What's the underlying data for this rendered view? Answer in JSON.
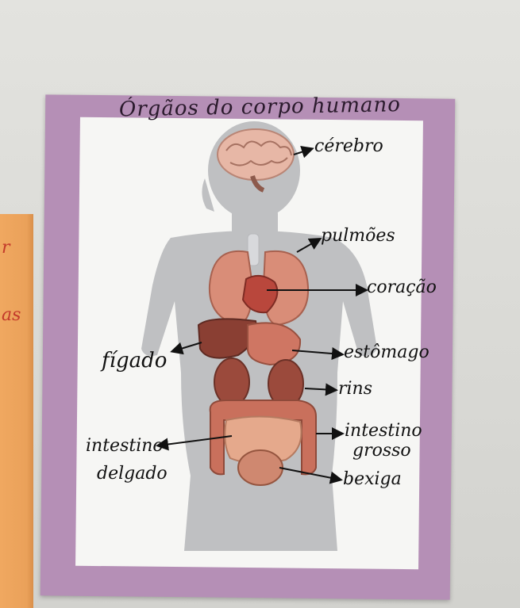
{
  "poster": {
    "title": "Órgãos do corpo humano",
    "labels": {
      "cerebro": "cérebro",
      "pulmoes": "pulmões",
      "coracao": "coração",
      "figado": "fígado",
      "estomago": "estômago",
      "rins": "rins",
      "intestino_grosso_1": "intestino",
      "intestino_grosso_2": "grosso",
      "intestino_delgado_1": "intestino",
      "intestino_delgado_2": "delgado",
      "bexiga": "bexiga"
    }
  },
  "side_paper": {
    "fragment_1": "r",
    "fragment_2": "as"
  },
  "colors": {
    "frame": "#b58fb6",
    "silhouette": "#bfc0c2",
    "organ": "#c9705c",
    "ink": "#111111"
  }
}
